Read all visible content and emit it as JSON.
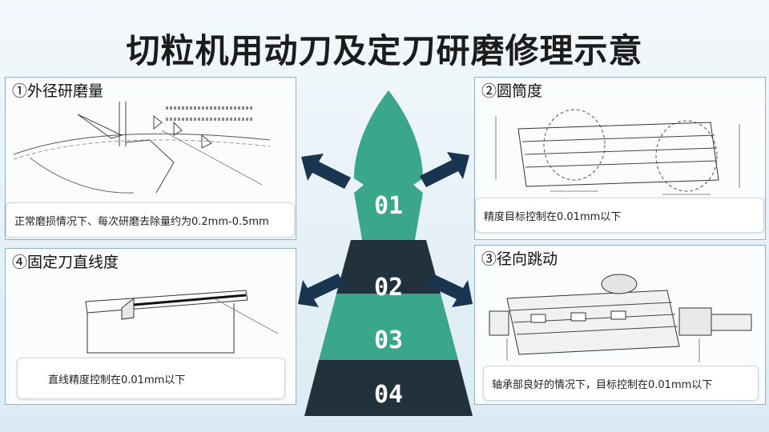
{
  "title": "切粒机用动刀及定刀研磨修理示意",
  "panels": {
    "p1": {
      "title": "①外径研磨量",
      "caption": "正常磨损情况下、每次研磨去除量约为0.2mm-0.5mm"
    },
    "p2": {
      "title": "②圆筒度",
      "caption": "精度目标控制在0.01mm以下"
    },
    "p3": {
      "title": "③径向跳动",
      "caption": "轴承部良好的情况下，目标控制在0.01mm以下"
    },
    "p4": {
      "title": "④固定刀直线度",
      "caption": "直线精度控制在0.01mm以下"
    }
  },
  "pyramid": [
    "01",
    "02",
    "03",
    "04"
  ],
  "colors": {
    "teal": "#3aa78b",
    "dark": "#22323c",
    "arrow": "#1a3550",
    "panel_border": "#8fb4c9"
  }
}
